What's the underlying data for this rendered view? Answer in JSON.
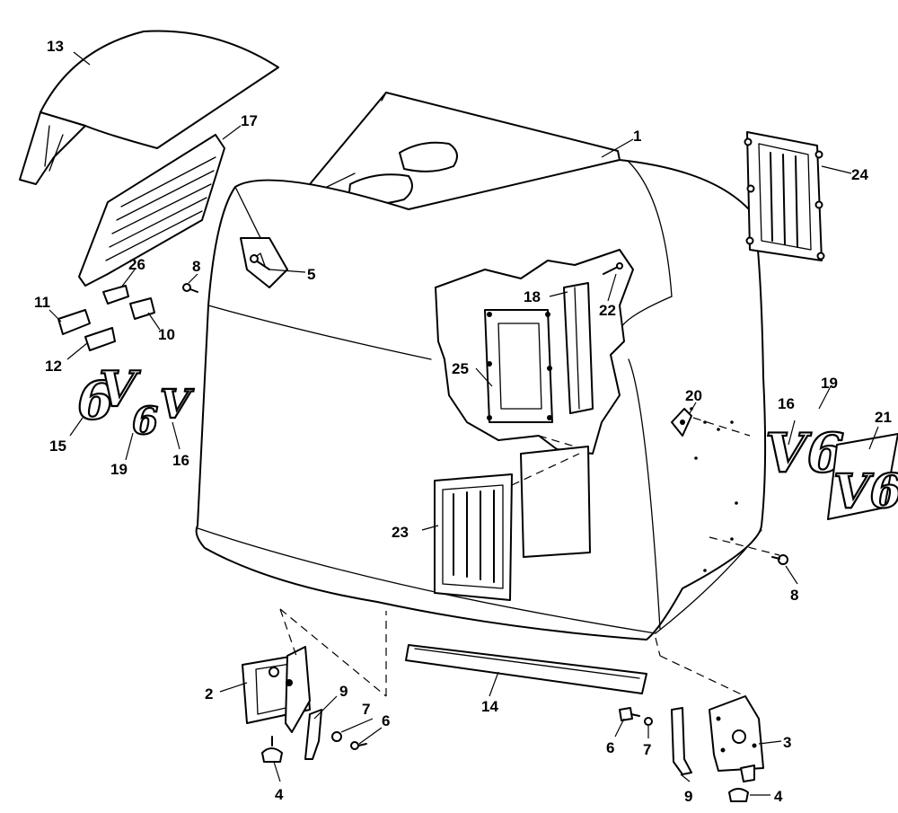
{
  "diagram": {
    "callouts": [
      {
        "id": "c1",
        "text": "1"
      },
      {
        "id": "c2",
        "text": "2"
      },
      {
        "id": "c3",
        "text": "3"
      },
      {
        "id": "c4a",
        "text": "4"
      },
      {
        "id": "c4b",
        "text": "4"
      },
      {
        "id": "c5",
        "text": "5"
      },
      {
        "id": "c6a",
        "text": "6"
      },
      {
        "id": "c6b",
        "text": "6"
      },
      {
        "id": "c7a",
        "text": "7"
      },
      {
        "id": "c7b",
        "text": "7"
      },
      {
        "id": "c8a",
        "text": "8"
      },
      {
        "id": "c8b",
        "text": "8"
      },
      {
        "id": "c9a",
        "text": "9"
      },
      {
        "id": "c9b",
        "text": "9"
      },
      {
        "id": "c10",
        "text": "10"
      },
      {
        "id": "c11",
        "text": "11"
      },
      {
        "id": "c12",
        "text": "12"
      },
      {
        "id": "c13",
        "text": "13"
      },
      {
        "id": "c14",
        "text": "14"
      },
      {
        "id": "c15",
        "text": "15"
      },
      {
        "id": "c16a",
        "text": "16"
      },
      {
        "id": "c16b",
        "text": "16"
      },
      {
        "id": "c17",
        "text": "17"
      },
      {
        "id": "c18",
        "text": "18"
      },
      {
        "id": "c19a",
        "text": "19"
      },
      {
        "id": "c19b",
        "text": "19"
      },
      {
        "id": "c20",
        "text": "20"
      },
      {
        "id": "c21",
        "text": "21"
      },
      {
        "id": "c22",
        "text": "22"
      },
      {
        "id": "c23",
        "text": "23"
      },
      {
        "id": "c24",
        "text": "24"
      },
      {
        "id": "c25",
        "text": "25"
      },
      {
        "id": "c26",
        "text": "26"
      }
    ],
    "decals": {
      "v6_large": "V6",
      "v6_outline": "V6",
      "v_small": "V",
      "six_small": "6"
    }
  }
}
